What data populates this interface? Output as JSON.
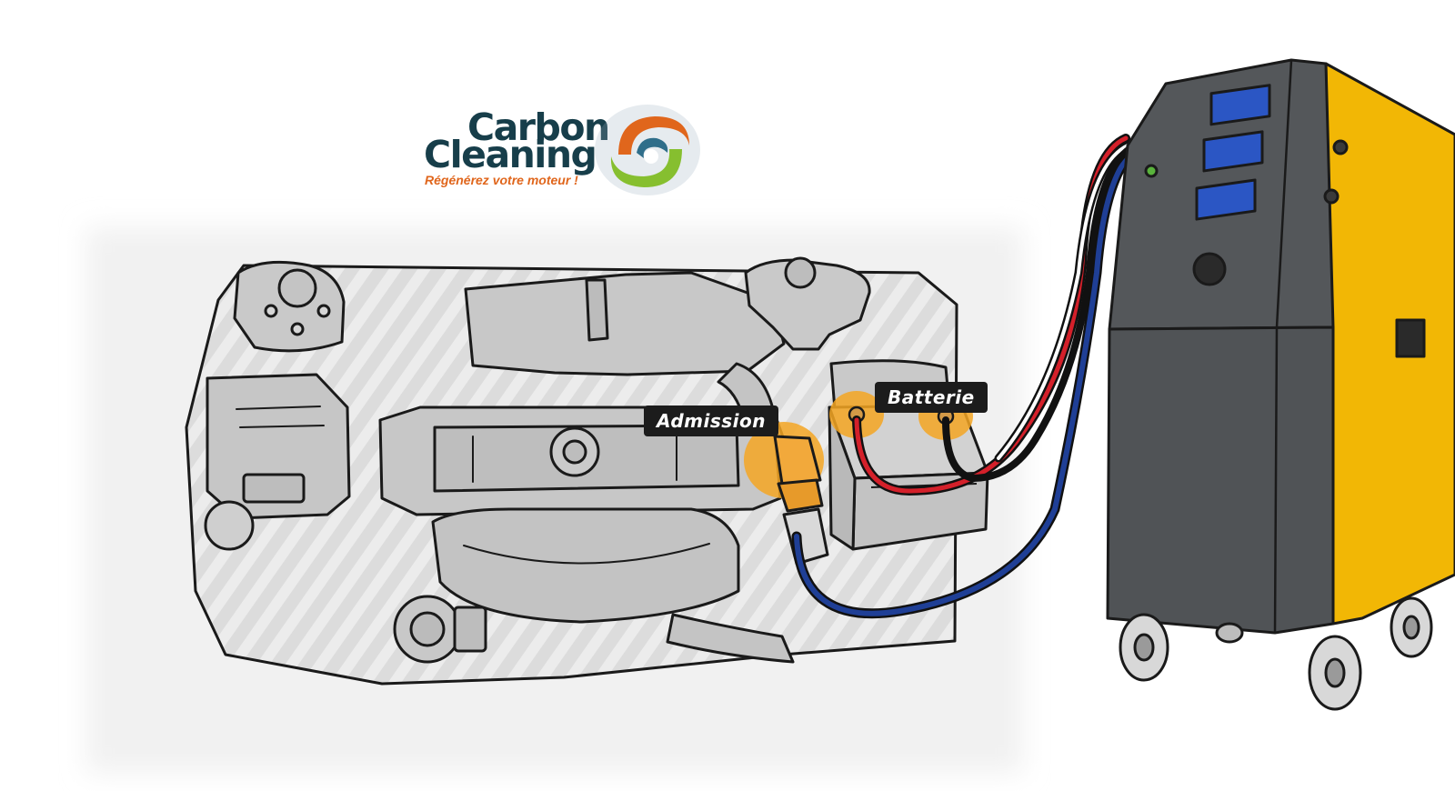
{
  "logo": {
    "line1": "Carbon",
    "line2": "Cleaning",
    "tagline": "Régénérez votre moteur !"
  },
  "labels": {
    "admission": "Admission",
    "batterie": "Batterie"
  },
  "icons": {
    "logo_swirl": "swirl-logo-icon",
    "engine": "engine-bay-illustration",
    "machine": "carbon-cleaning-machine-illustration"
  },
  "colors": {
    "engine_fill": "#c9c9c9",
    "engine_outline": "#1a1a1a",
    "highlight": "#f5a623",
    "label_bg": "#1c1c1c",
    "machine_body": "#54575a",
    "machine_side": "#f2b705",
    "cable_red": "#d4202a",
    "cable_blue": "#1f3f96",
    "cable_black": "#111111",
    "logo_dark": "#173e4a",
    "logo_orange": "#e0661c",
    "logo_green": "#86bf2f"
  }
}
